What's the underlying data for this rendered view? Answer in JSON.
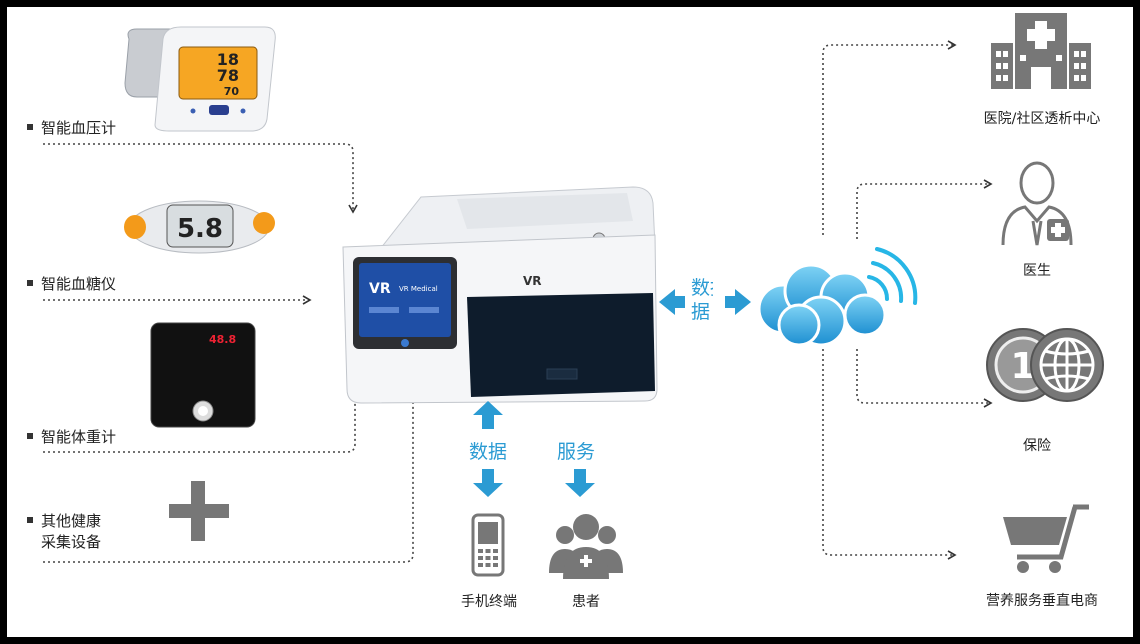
{
  "left_devices": {
    "blood_pressure": {
      "label": "智能血压计",
      "display": [
        "18",
        "78",
        "70"
      ]
    },
    "glucose": {
      "label": "智能血糖仪",
      "display": "5.8"
    },
    "scale": {
      "label": "智能体重计",
      "display": "48.8"
    },
    "other": {
      "label_line1": "其他健康",
      "label_line2": "采集设备"
    }
  },
  "center": {
    "screen_title": "VR Medical",
    "side_data": "数据",
    "bottom_data": "数据",
    "bottom_service": "服务",
    "phone_label": "手机终端",
    "patient_label": "患者"
  },
  "right_targets": {
    "hospital": "医院/社区透析中心",
    "doctor": "医生",
    "insurance": "保险",
    "ecommerce": "营养服务垂直电商"
  },
  "colors": {
    "accent_blue": "#2b9bd3",
    "icon_gray": "#777777",
    "dotted_line": "#444444"
  }
}
